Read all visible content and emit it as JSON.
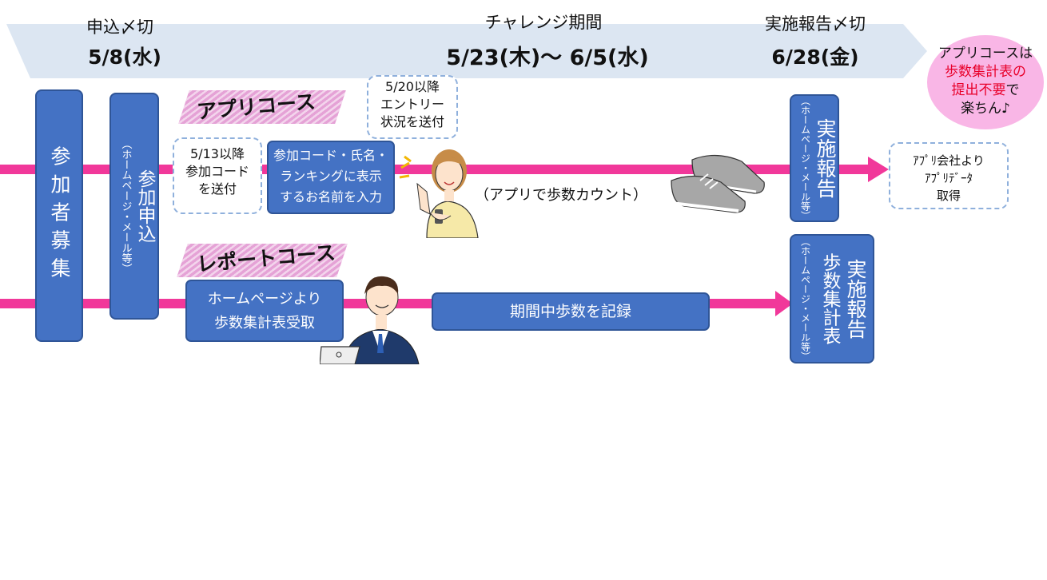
{
  "timeline": {
    "deadline_label": "申込〆切",
    "deadline_date": "5/8(水)",
    "challenge_label": "チャレンジ期間",
    "challenge_dates": "5/23(木)～ 6/5(水)",
    "report_label": "実施報告〆切",
    "report_date": "6/28(金)"
  },
  "bubble": {
    "line1": "アプリコースは",
    "line2": "歩数集計表の",
    "line3a": "提出不要",
    "line3b": "で",
    "line4": "楽ちん♪"
  },
  "steps": {
    "recruit": "参加者募集",
    "apply_main": "参加申込",
    "apply_sub": "（ホームページ・メール等）"
  },
  "app_course": {
    "title": "アプリコース",
    "note_code": [
      "5/13以降",
      "参加コード",
      "を送付"
    ],
    "note_entry": [
      "5/20以降",
      "エントリー",
      "状況を送付"
    ],
    "input_box": [
      "参加コード・氏名・",
      "ランキングに表示",
      "するお名前を入力"
    ],
    "count_label": "（アプリで歩数カウント）",
    "report_main": "実施報告",
    "report_sub": "（ホームページ・メール等）",
    "data_note": [
      "ｱﾌﾟﾘ会社より",
      "ｱﾌﾟﾘﾃﾞｰﾀ",
      "取得"
    ]
  },
  "report_course": {
    "title": "レポートコース",
    "receive_box": [
      "ホームページより",
      "歩数集計表受取"
    ],
    "record_box": "期間中歩数を記録",
    "report_main1": "実施報告",
    "report_main2": "歩数集計表",
    "report_sub": "（ホームページ・メール等）"
  },
  "colors": {
    "box_blue": "#4472c4",
    "pink_line": "#f1389a",
    "timeline": "#dce6f2",
    "bubble": "#f9b6e6",
    "highlight_red": "#e8002a"
  }
}
